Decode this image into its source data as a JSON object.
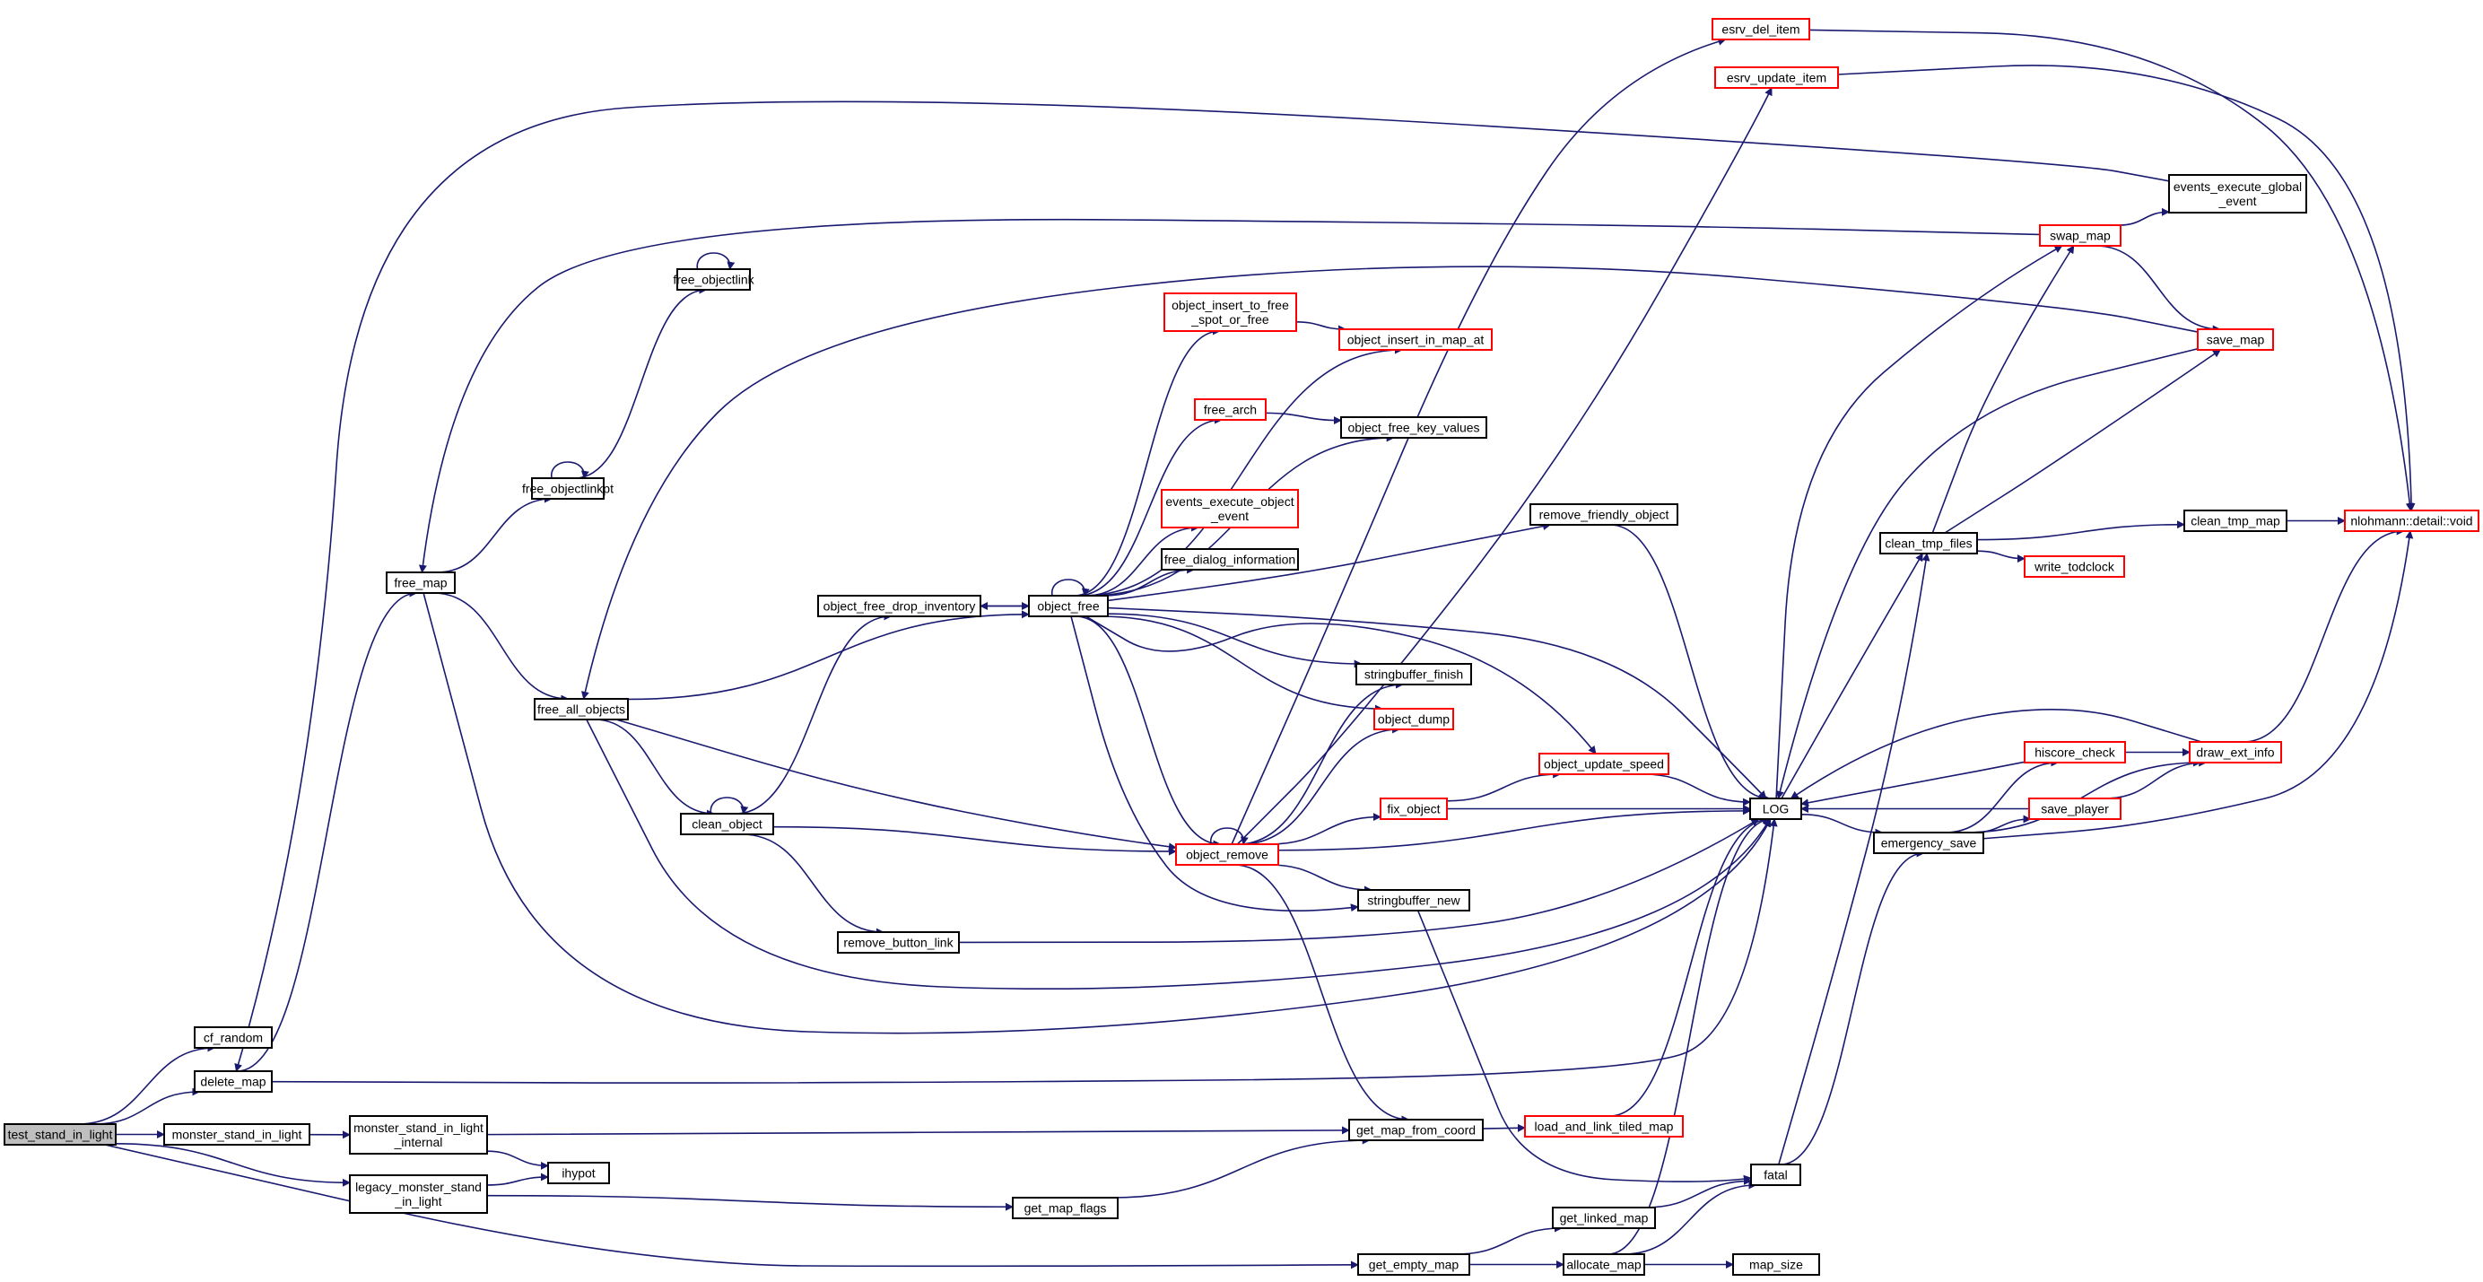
{
  "colors": {
    "edge": "#191970",
    "box_border_plain": "#000000",
    "box_border_truncated": "#ff0000",
    "root_fill": "#bfbfbf",
    "box_fill": "#ffffff"
  },
  "nodes": [
    {
      "id": "test_stand_in_light",
      "lines": [
        "test_stand_in_light"
      ],
      "kind": "root"
    },
    {
      "id": "cf_random",
      "lines": [
        "cf_random"
      ],
      "kind": "plain"
    },
    {
      "id": "delete_map",
      "lines": [
        "delete_map"
      ],
      "kind": "plain"
    },
    {
      "id": "monster_stand_in_light",
      "lines": [
        "monster_stand_in_light"
      ],
      "kind": "plain"
    },
    {
      "id": "monster_stand_in_light_internal",
      "lines": [
        "monster_stand_in_light",
        "_internal"
      ],
      "kind": "plain"
    },
    {
      "id": "ihypot",
      "lines": [
        "ihypot"
      ],
      "kind": "plain"
    },
    {
      "id": "legacy_monster_stand_in_light",
      "lines": [
        "legacy_monster_stand",
        "_in_light"
      ],
      "kind": "plain"
    },
    {
      "id": "free_map",
      "lines": [
        "free_map"
      ],
      "kind": "plain"
    },
    {
      "id": "free_objectlinkpt",
      "lines": [
        "free_objectlinkpt"
      ],
      "kind": "plain"
    },
    {
      "id": "free_objectlink",
      "lines": [
        "free_objectlink"
      ],
      "kind": "plain"
    },
    {
      "id": "free_all_objects",
      "lines": [
        "free_all_objects"
      ],
      "kind": "plain"
    },
    {
      "id": "clean_object",
      "lines": [
        "clean_object"
      ],
      "kind": "plain"
    },
    {
      "id": "remove_button_link",
      "lines": [
        "remove_button_link"
      ],
      "kind": "plain"
    },
    {
      "id": "object_free_drop_inventory",
      "lines": [
        "object_free_drop_inventory"
      ],
      "kind": "plain"
    },
    {
      "id": "object_free",
      "lines": [
        "object_free"
      ],
      "kind": "plain"
    },
    {
      "id": "object_insert_to_free_spot_or_free",
      "lines": [
        "object_insert_to_free",
        "_spot_or_free"
      ],
      "kind": "truncated"
    },
    {
      "id": "free_arch",
      "lines": [
        "free_arch"
      ],
      "kind": "truncated"
    },
    {
      "id": "events_execute_object_event",
      "lines": [
        "events_execute_object",
        "_event"
      ],
      "kind": "truncated"
    },
    {
      "id": "free_dialog_information",
      "lines": [
        "free_dialog_information"
      ],
      "kind": "plain"
    },
    {
      "id": "object_remove",
      "lines": [
        "object_remove"
      ],
      "kind": "truncated"
    },
    {
      "id": "object_insert_in_map_at",
      "lines": [
        "object_insert_in_map_at"
      ],
      "kind": "truncated"
    },
    {
      "id": "object_free_key_values",
      "lines": [
        "object_free_key_values"
      ],
      "kind": "plain"
    },
    {
      "id": "stringbuffer_finish",
      "lines": [
        "stringbuffer_finish"
      ],
      "kind": "plain"
    },
    {
      "id": "object_dump",
      "lines": [
        "object_dump"
      ],
      "kind": "truncated"
    },
    {
      "id": "fix_object",
      "lines": [
        "fix_object"
      ],
      "kind": "truncated"
    },
    {
      "id": "stringbuffer_new",
      "lines": [
        "stringbuffer_new"
      ],
      "kind": "plain"
    },
    {
      "id": "get_map_from_coord",
      "lines": [
        "get_map_from_coord"
      ],
      "kind": "plain"
    },
    {
      "id": "get_map_flags",
      "lines": [
        "get_map_flags"
      ],
      "kind": "plain"
    },
    {
      "id": "get_empty_map",
      "lines": [
        "get_empty_map"
      ],
      "kind": "plain"
    },
    {
      "id": "remove_friendly_object",
      "lines": [
        "remove_friendly_object"
      ],
      "kind": "plain"
    },
    {
      "id": "object_update_speed",
      "lines": [
        "object_update_speed"
      ],
      "kind": "truncated"
    },
    {
      "id": "load_and_link_tiled_map",
      "lines": [
        "load_and_link_tiled_map"
      ],
      "kind": "truncated"
    },
    {
      "id": "get_linked_map",
      "lines": [
        "get_linked_map"
      ],
      "kind": "plain"
    },
    {
      "id": "allocate_map",
      "lines": [
        "allocate_map"
      ],
      "kind": "plain"
    },
    {
      "id": "esrv_del_item",
      "lines": [
        "esrv_del_item"
      ],
      "kind": "truncated"
    },
    {
      "id": "esrv_update_item",
      "lines": [
        "esrv_update_item"
      ],
      "kind": "truncated"
    },
    {
      "id": "LOG",
      "lines": [
        "LOG"
      ],
      "kind": "plain"
    },
    {
      "id": "fatal",
      "lines": [
        "fatal"
      ],
      "kind": "plain"
    },
    {
      "id": "map_size",
      "lines": [
        "map_size"
      ],
      "kind": "plain"
    },
    {
      "id": "emergency_save",
      "lines": [
        "emergency_save"
      ],
      "kind": "plain"
    },
    {
      "id": "clean_tmp_files",
      "lines": [
        "clean_tmp_files"
      ],
      "kind": "plain"
    },
    {
      "id": "swap_map",
      "lines": [
        "swap_map"
      ],
      "kind": "truncated"
    },
    {
      "id": "events_execute_global_event",
      "lines": [
        "events_execute_global",
        "_event"
      ],
      "kind": "plain"
    },
    {
      "id": "save_map",
      "lines": [
        "save_map"
      ],
      "kind": "truncated"
    },
    {
      "id": "write_todclock",
      "lines": [
        "write_todclock"
      ],
      "kind": "truncated"
    },
    {
      "id": "clean_tmp_map",
      "lines": [
        "clean_tmp_map"
      ],
      "kind": "plain"
    },
    {
      "id": "hiscore_check",
      "lines": [
        "hiscore_check"
      ],
      "kind": "truncated"
    },
    {
      "id": "save_player",
      "lines": [
        "save_player"
      ],
      "kind": "truncated"
    },
    {
      "id": "draw_ext_info",
      "lines": [
        "draw_ext_info"
      ],
      "kind": "truncated"
    },
    {
      "id": "nlohmann_detail_void",
      "lines": [
        "nlohmann::detail::void"
      ],
      "kind": "truncated"
    }
  ],
  "edges": [
    [
      "test_stand_in_light",
      "cf_random"
    ],
    [
      "test_stand_in_light",
      "delete_map"
    ],
    [
      "test_stand_in_light",
      "monster_stand_in_light"
    ],
    [
      "test_stand_in_light",
      "legacy_monster_stand_in_light"
    ],
    [
      "test_stand_in_light",
      "get_empty_map"
    ],
    [
      "delete_map",
      "free_map"
    ],
    [
      "delete_map",
      "LOG"
    ],
    [
      "monster_stand_in_light",
      "monster_stand_in_light_internal"
    ],
    [
      "monster_stand_in_light_internal",
      "ihypot"
    ],
    [
      "monster_stand_in_light_internal",
      "get_map_from_coord"
    ],
    [
      "legacy_monster_stand_in_light",
      "ihypot"
    ],
    [
      "legacy_monster_stand_in_light",
      "get_map_flags"
    ],
    [
      "free_map",
      "free_objectlinkpt"
    ],
    [
      "free_map",
      "free_all_objects"
    ],
    [
      "free_map",
      "LOG"
    ],
    [
      "free_objectlinkpt",
      "free_objectlinkpt"
    ],
    [
      "free_objectlinkpt",
      "free_objectlink"
    ],
    [
      "free_objectlink",
      "free_objectlink"
    ],
    [
      "free_all_objects",
      "clean_object"
    ],
    [
      "free_all_objects",
      "object_free"
    ],
    [
      "free_all_objects",
      "object_remove"
    ],
    [
      "free_all_objects",
      "LOG"
    ],
    [
      "clean_object",
      "clean_object"
    ],
    [
      "clean_object",
      "object_free_drop_inventory"
    ],
    [
      "clean_object",
      "object_remove"
    ],
    [
      "clean_object",
      "remove_button_link"
    ],
    [
      "remove_button_link",
      "LOG"
    ],
    [
      "object_free_drop_inventory",
      "object_free"
    ],
    [
      "object_free",
      "object_free"
    ],
    [
      "object_free",
      "object_free_drop_inventory"
    ],
    [
      "object_free",
      "object_insert_to_free_spot_or_free"
    ],
    [
      "object_free",
      "object_insert_in_map_at"
    ],
    [
      "object_free",
      "free_arch"
    ],
    [
      "object_free",
      "object_free_key_values"
    ],
    [
      "object_free",
      "events_execute_object_event"
    ],
    [
      "object_free",
      "free_dialog_information"
    ],
    [
      "object_free",
      "remove_friendly_object"
    ],
    [
      "object_free",
      "stringbuffer_finish"
    ],
    [
      "object_free",
      "object_dump"
    ],
    [
      "object_free",
      "object_update_speed"
    ],
    [
      "object_free",
      "object_remove"
    ],
    [
      "object_free",
      "stringbuffer_new"
    ],
    [
      "object_free",
      "LOG"
    ],
    [
      "object_insert_to_free_spot_or_free",
      "object_insert_in_map_at"
    ],
    [
      "free_arch",
      "object_free_key_values"
    ],
    [
      "object_remove",
      "object_remove"
    ],
    [
      "object_remove",
      "stringbuffer_finish"
    ],
    [
      "object_remove",
      "object_dump"
    ],
    [
      "object_remove",
      "fix_object"
    ],
    [
      "object_remove",
      "stringbuffer_new"
    ],
    [
      "object_remove",
      "get_map_from_coord"
    ],
    [
      "object_remove",
      "LOG"
    ],
    [
      "object_remove",
      "esrv_del_item"
    ],
    [
      "object_remove",
      "esrv_update_item"
    ],
    [
      "fix_object",
      "object_update_speed"
    ],
    [
      "fix_object",
      "LOG"
    ],
    [
      "object_update_speed",
      "LOG"
    ],
    [
      "remove_friendly_object",
      "LOG"
    ],
    [
      "stringbuffer_new",
      "fatal"
    ],
    [
      "get_map_from_coord",
      "load_and_link_tiled_map"
    ],
    [
      "load_and_link_tiled_map",
      "LOG"
    ],
    [
      "get_map_flags",
      "get_map_from_coord"
    ],
    [
      "get_empty_map",
      "get_linked_map"
    ],
    [
      "get_empty_map",
      "allocate_map"
    ],
    [
      "get_linked_map",
      "fatal"
    ],
    [
      "allocate_map",
      "fatal"
    ],
    [
      "allocate_map",
      "map_size"
    ],
    [
      "allocate_map",
      "LOG"
    ],
    [
      "fatal",
      "emergency_save"
    ],
    [
      "fatal",
      "clean_tmp_files"
    ],
    [
      "esrv_del_item",
      "nlohmann_detail_void"
    ],
    [
      "esrv_update_item",
      "nlohmann_detail_void"
    ],
    [
      "LOG",
      "clean_tmp_files"
    ],
    [
      "LOG",
      "emergency_save"
    ],
    [
      "LOG",
      "swap_map"
    ],
    [
      "swap_map",
      "events_execute_global_event"
    ],
    [
      "swap_map",
      "save_map"
    ],
    [
      "swap_map",
      "free_map"
    ],
    [
      "save_map",
      "free_all_objects"
    ],
    [
      "save_map",
      "LOG"
    ],
    [
      "clean_tmp_files",
      "swap_map"
    ],
    [
      "clean_tmp_files",
      "save_map"
    ],
    [
      "clean_tmp_files",
      "write_todclock"
    ],
    [
      "clean_tmp_files",
      "clean_tmp_map"
    ],
    [
      "clean_tmp_map",
      "nlohmann_detail_void"
    ],
    [
      "emergency_save",
      "hiscore_check"
    ],
    [
      "emergency_save",
      "save_player"
    ],
    [
      "emergency_save",
      "draw_ext_info"
    ],
    [
      "emergency_save",
      "nlohmann_detail_void"
    ],
    [
      "hiscore_check",
      "draw_ext_info"
    ],
    [
      "hiscore_check",
      "LOG"
    ],
    [
      "save_player",
      "draw_ext_info"
    ],
    [
      "save_player",
      "LOG"
    ],
    [
      "draw_ext_info",
      "nlohmann_detail_void"
    ],
    [
      "draw_ext_info",
      "LOG"
    ],
    [
      "events_execute_global_event",
      "delete_map"
    ]
  ]
}
